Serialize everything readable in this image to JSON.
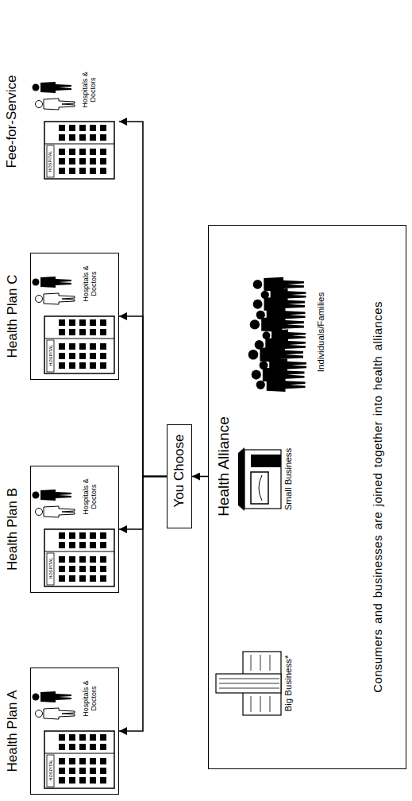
{
  "diagram": {
    "nodes": [
      {
        "text": [
          "Health Plan A",
          "HOSPITAL",
          "Hospitals & Doctors"
        ]
      },
      {
        "text": [
          "Health Plan B",
          "HOSPITAL",
          "Hospitals & Doctors"
        ]
      },
      {
        "text": [
          "Health Plan C",
          "HOSPITAL",
          "Hospitals & Doctors"
        ]
      },
      {
        "text": [
          "Fee-for-Service",
          "HOSPITAL",
          "Hospitals & Doctors"
        ]
      },
      {
        "text": [
          "You Choose"
        ]
      },
      {
        "text": [
          "Health Alliance",
          "Consumers and businesses are joined together into health alliances"
        ]
      }
    ],
    "edges": [
      {
        "from": 5,
        "to": 4,
        "arrow": "to"
      },
      {
        "from": 4,
        "to": 0,
        "arrow": "to"
      },
      {
        "from": 4,
        "to": 1,
        "arrow": "to"
      },
      {
        "from": 4,
        "to": 2,
        "arrow": "to"
      },
      {
        "from": 4,
        "to": 3,
        "arrow": "to"
      }
    ],
    "labels": [
      "Big Business*",
      "Small Business",
      "Individuals/Families"
    ]
  }
}
